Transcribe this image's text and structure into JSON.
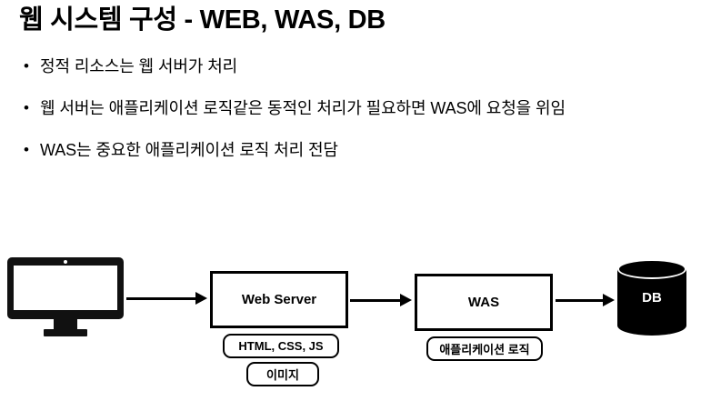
{
  "slide": {
    "title": "웹 시스템 구성 - WEB, WAS, DB",
    "bullet_marker": "•",
    "bullets": [
      "정적 리소스는 웹 서버가 처리",
      "웹 서버는 애플리케이션 로직같은 동적인 처리가 필요하면 WAS에 요청을 위임",
      "WAS는 중요한 애플리케이션 로직 처리 전담"
    ]
  },
  "diagram": {
    "client": {
      "icon": "desktop-monitor-icon",
      "label": ""
    },
    "nodes": [
      {
        "id": "web-server",
        "label": "Web Server"
      },
      {
        "id": "was",
        "label": "WAS"
      }
    ],
    "tags": [
      {
        "id": "static-resources",
        "label": "HTML, CSS, JS"
      },
      {
        "id": "image",
        "label": "이미지"
      },
      {
        "id": "application-logic",
        "label": "애플리케이션 로직"
      }
    ],
    "database": {
      "label": "DB",
      "shape": "cylinder"
    },
    "arrows": [
      {
        "from": "client",
        "to": "web-server"
      },
      {
        "from": "web-server",
        "to": "was"
      },
      {
        "from": "was",
        "to": "database"
      }
    ]
  },
  "colors": {
    "background": "#ffffff",
    "foreground": "#000000",
    "db_fill": "#000000",
    "db_text": "#ffffff"
  }
}
